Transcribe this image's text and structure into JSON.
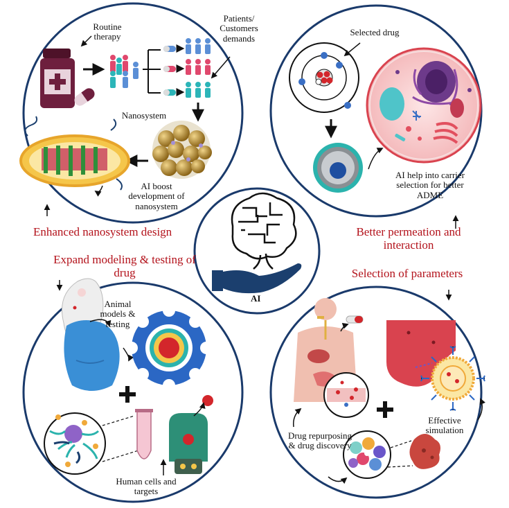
{
  "colors": {
    "ring": "#1a3a6b",
    "red_text": "#b3121b",
    "bottle": "#6e1f3e",
    "people_pink": "#e0486d",
    "people_blue": "#5b8fd6",
    "people_teal": "#2cb5b8",
    "cell_pink": "#f7c9c9",
    "cell_purple": "#6d3a8a",
    "nano_gold": "#b58a2a",
    "receptor_blue": "#2b67c4",
    "tissue_red": "#d9434f",
    "hand_blue": "#1b3f6e"
  },
  "icons": [
    "medicine-bottle-icon",
    "pill-icon",
    "people-icon",
    "capsule-icon",
    "nanoparticle-cluster-icon",
    "liposome-icon",
    "atom-icon",
    "cell-icon",
    "nanocarrier-icon",
    "brain-circuit-icon",
    "hand-icon",
    "mouse-icon",
    "receptor-ring-icon",
    "protein-network-icon",
    "tube-icon",
    "transporter-icon",
    "human-body-icon",
    "tissue-icon",
    "liposome-nanocarrier-icon",
    "cell-cluster-icon",
    "tumor-icon",
    "plus-icon"
  ],
  "labels": {
    "routine_therapy": "Routine therapy",
    "patients": "Patients/ Customers demands",
    "nanosystem": "Nanosystem",
    "ai_boost": "AI boost development of nanosystem",
    "enhanced": "Enhanced nanosystem design",
    "selected_drug": "Selected drug",
    "carrier": "AI help into carrier selection for better ADME",
    "better_perm": "Better permeation and interaction",
    "expand": "Expand modeling & testing of drug",
    "selection": "Selection of parameters",
    "ai": "AI",
    "animal": "Animal models & testing",
    "human_cells": "Human cells and targets",
    "drug_repurposing": "Drug repurposing & drug discovery",
    "effective": "Effective simulation"
  }
}
